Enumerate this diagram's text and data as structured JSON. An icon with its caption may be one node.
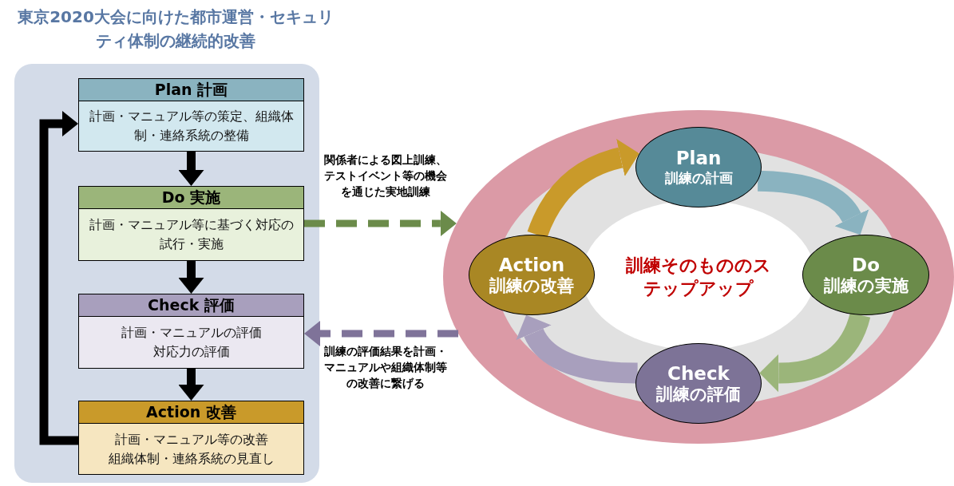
{
  "diagram": {
    "title": "東京2020大会に向けた都市運営・セキュリティ体制の継続的改善",
    "nodes": [
      {
        "text": [],
        "shape": "box"
      },
      {
        "text": [
          "Plan 計画",
          "計画・マニュアル等の策定、組織体制・連絡系統の整備"
        ],
        "in": 0
      },
      {
        "text": [
          "Do 実施",
          "計画・マニュアル等に基づく対応の試行・実施"
        ],
        "in": 0
      },
      {
        "text": [
          "Check 評価",
          "計画・マニュアルの評価",
          "対応力の評価"
        ],
        "in": 0
      },
      {
        "text": [
          "Action 改善",
          "計画・マニュアル等の改善",
          "組織体制・連絡系統の見直し"
        ],
        "in": 0
      },
      {
        "text": [],
        "shape": "circle"
      },
      {
        "text": [
          "Plan",
          "訓練の計画"
        ],
        "in": 5
      },
      {
        "text": [
          "Do",
          "訓練の実施"
        ],
        "in": 5
      },
      {
        "text": [
          "Check",
          "訓練の評価"
        ],
        "in": 5
      },
      {
        "text": [
          "Action",
          "訓練の改善"
        ],
        "in": 5
      }
    ],
    "edges": [
      {
        "from": 1,
        "to": 2,
        "arrow": "to"
      },
      {
        "from": 2,
        "to": 3,
        "arrow": "to"
      },
      {
        "from": 3,
        "to": 4,
        "arrow": "to"
      },
      {
        "from": 4,
        "to": 1,
        "arrow": "to"
      },
      {
        "from": 2,
        "to": 5,
        "arrow": "to",
        "style": "dashed",
        "color": "#6b8b4a",
        "label": "関係者による図上訓練、テストイベント等の機会を通じた実地訓練"
      },
      {
        "from": 5,
        "to": 3,
        "arrow": "to",
        "style": "dashed",
        "color": "#7f7399",
        "label": "訓練の評価結果を計画・マニュアルや組織体制等の改善に繋げる"
      },
      {
        "from": 6,
        "to": 7,
        "arrow": "to",
        "style": "thick",
        "color": "#8ab3c0"
      },
      {
        "from": 7,
        "to": 8,
        "arrow": "to",
        "style": "thick",
        "color": "#9bb57a"
      },
      {
        "from": 8,
        "to": 9,
        "arrow": "to",
        "style": "thick",
        "color": "#a89fbd"
      },
      {
        "from": 9,
        "to": 6,
        "arrow": "to",
        "style": "thick",
        "color": "#c99a2a"
      }
    ],
    "labels": [
      "訓練そのもののステップアップ"
    ]
  }
}
